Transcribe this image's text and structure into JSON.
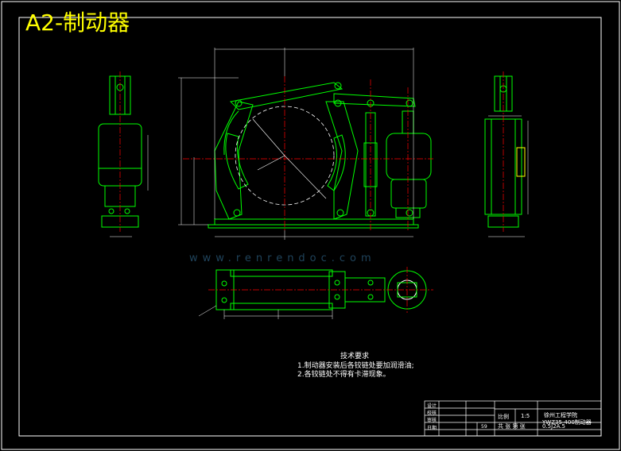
{
  "title": "A2-制动器",
  "notes": {
    "heading": "技术要求",
    "items": [
      "1.制动器安装后各铰链处要加润滑油;",
      "2.各铰链处不得有卡滞现象。"
    ]
  },
  "watermark": "www.renrendoc.com",
  "title_block": {
    "school": "徐州工程学院",
    "drawing_code": "YWZ35-400制动器",
    "scale_label": "比例",
    "scale": "1:5",
    "sheets": "共 张 第 张",
    "quantity": "0.5J2A.5",
    "designer_label": "设计",
    "checker_label": "校核",
    "approver_label": "审核",
    "date_label": "日期",
    "weight": "59"
  },
  "colors": {
    "background": "#000000",
    "frame": "#ffffff",
    "part": "#00ff00",
    "center_line": "#ff0000",
    "dimension": "#ffffff",
    "title": "#ffff00",
    "accent": "#ff00ff"
  }
}
